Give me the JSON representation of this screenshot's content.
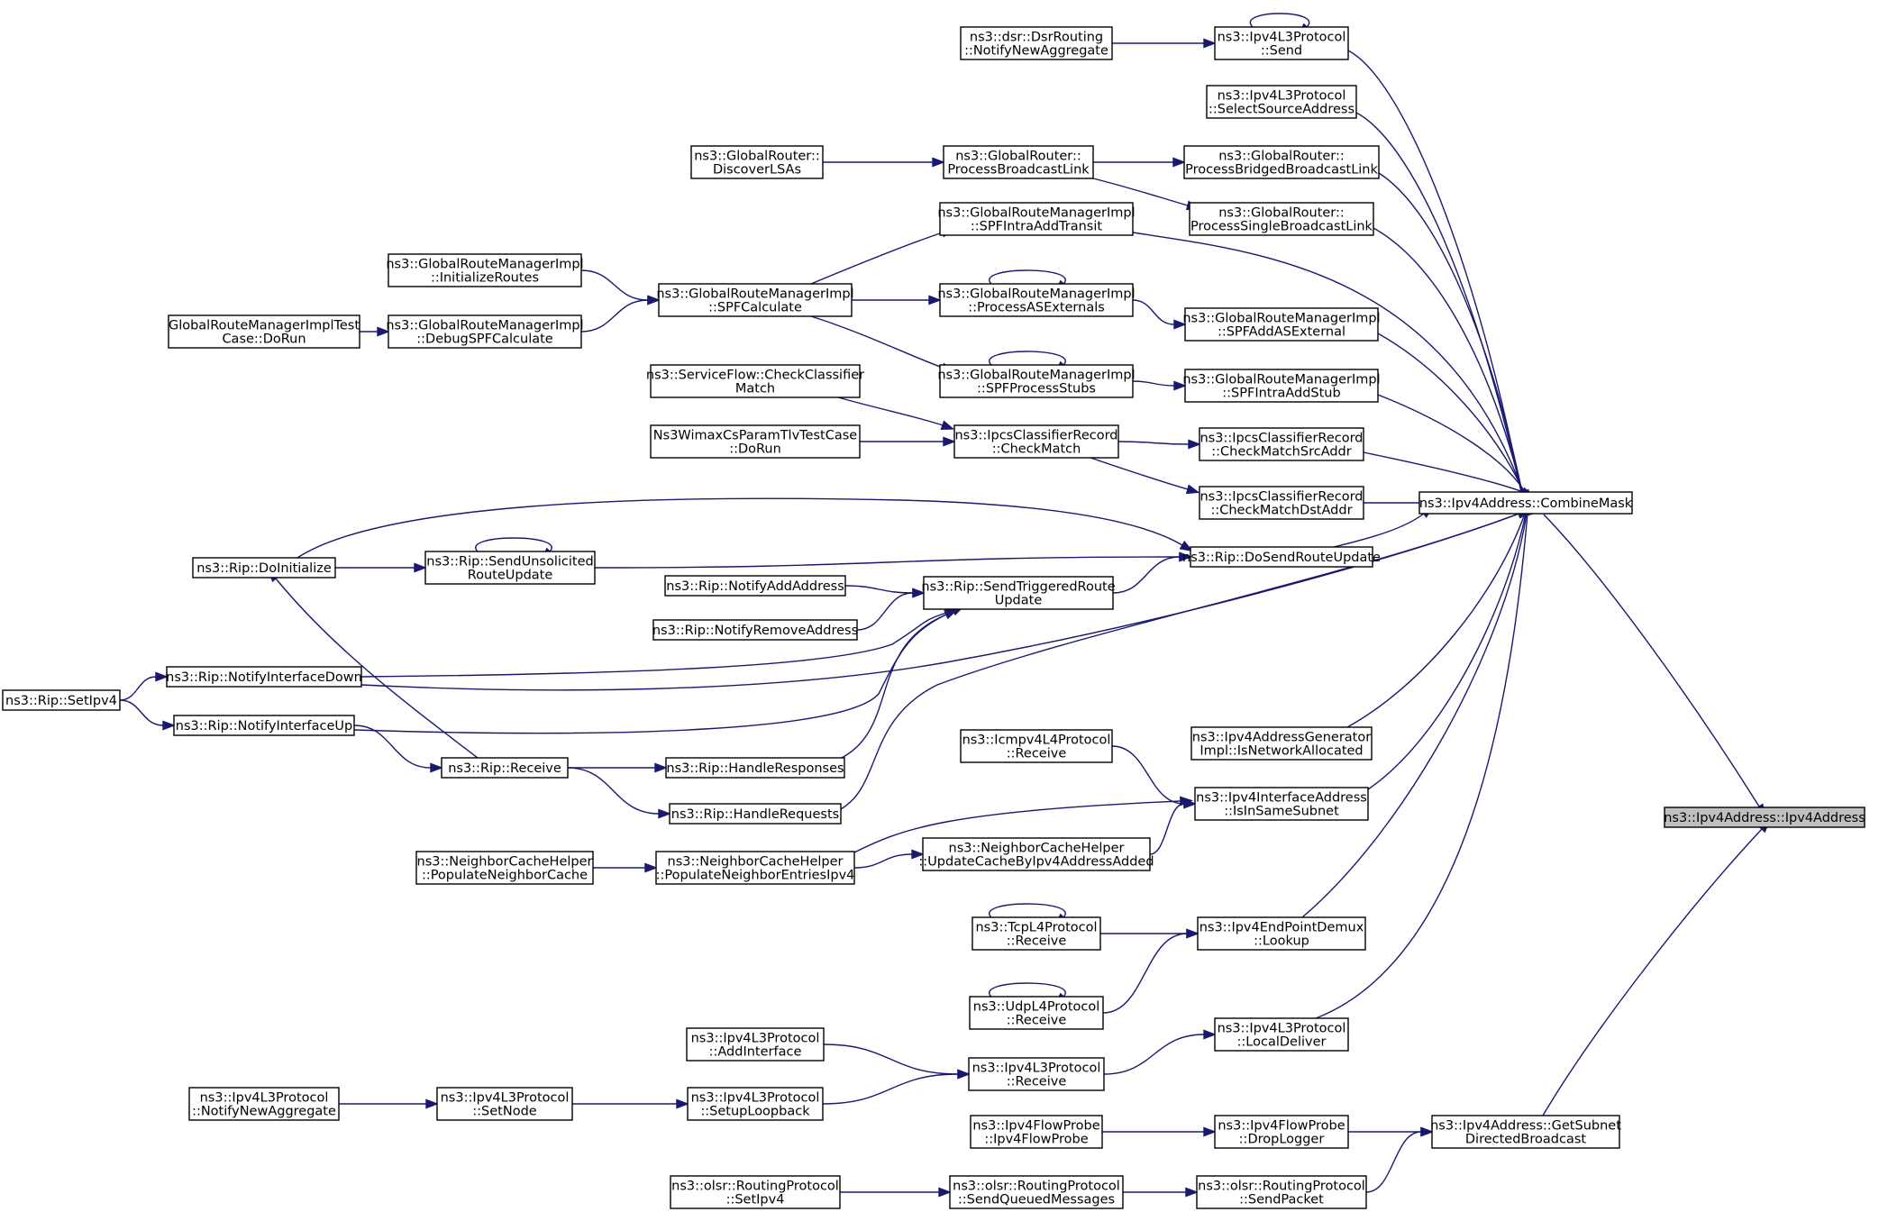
{
  "colors": {
    "edge": "#191970",
    "node_border": "#000000",
    "focus_fill": "#bfbfbf",
    "node_fill": "#ffffff"
  },
  "nodes": {
    "target": [
      "ns3::Ipv4Address::Ipv4Address"
    ],
    "combine_mask": [
      "ns3::Ipv4Address::CombineMask"
    ],
    "get_subnet_directed_broadcast": [
      "ns3::Ipv4Address::GetSubnet",
      "DirectedBroadcast"
    ],
    "ipv4l3_send": [
      "ns3::Ipv4L3Protocol",
      "::Send"
    ],
    "dsr_notify_new_aggregate": [
      "ns3::dsr::DsrRouting",
      "::NotifyNewAggregate"
    ],
    "select_source_address": [
      "ns3::Ipv4L3Protocol",
      "::SelectSourceAddress"
    ],
    "discover_lsas": [
      "ns3::GlobalRouter::",
      "DiscoverLSAs"
    ],
    "process_broadcast_link": [
      "ns3::GlobalRouter::",
      "ProcessBroadcastLink"
    ],
    "process_bridged_broadcast_link": [
      "ns3::GlobalRouter::",
      "ProcessBridgedBroadcastLink"
    ],
    "process_single_broadcast_link": [
      "ns3::GlobalRouter::",
      "ProcessSingleBroadcastLink"
    ],
    "spf_intra_add_transit": [
      "ns3::GlobalRouteManagerImpl",
      "::SPFIntraAddTransit"
    ],
    "initialize_routes": [
      "ns3::GlobalRouteManagerImpl",
      "::InitializeRoutes"
    ],
    "spf_calculate": [
      "ns3::GlobalRouteManagerImpl",
      "::SPFCalculate"
    ],
    "process_as_externals": [
      "ns3::GlobalRouteManagerImpl",
      "::ProcessASExternals"
    ],
    "spf_add_as_external": [
      "ns3::GlobalRouteManagerImpl",
      "::SPFAddASExternal"
    ],
    "grm_test_do_run": [
      "GlobalRouteManagerImplTest",
      "Case::DoRun"
    ],
    "debug_spf_calculate": [
      "ns3::GlobalRouteManagerImpl",
      "::DebugSPFCalculate"
    ],
    "spf_process_stubs": [
      "ns3::GlobalRouteManagerImpl",
      "::SPFProcessStubs"
    ],
    "spf_intra_add_stub": [
      "ns3::GlobalRouteManagerImpl",
      "::SPFIntraAddStub"
    ],
    "check_classifier_match": [
      "ns3::ServiceFlow::CheckClassifier",
      "Match"
    ],
    "wimax_test_do_run": [
      "Ns3WimaxCsParamTlvTestCase",
      "::DoRun"
    ],
    "check_match": [
      "ns3::IpcsClassifierRecord",
      "::CheckMatch"
    ],
    "check_match_src_addr": [
      "ns3::IpcsClassifierRecord",
      "::CheckMatchSrcAddr"
    ],
    "check_match_dst_addr": [
      "ns3::IpcsClassifierRecord",
      "::CheckMatchDstAddr"
    ],
    "rip_do_initialize": [
      "ns3::Rip::DoInitialize"
    ],
    "rip_send_unsolicited_route_update": [
      "ns3::Rip::SendUnsolicited",
      "RouteUpdate"
    ],
    "rip_do_send_route_update": [
      "ns3::Rip::DoSendRouteUpdate"
    ],
    "rip_notify_add_address": [
      "ns3::Rip::NotifyAddAddress"
    ],
    "rip_send_triggered_route_update": [
      "ns3::Rip::SendTriggeredRoute",
      "Update"
    ],
    "rip_notify_remove_address": [
      "ns3::Rip::NotifyRemoveAddress"
    ],
    "rip_set_ipv4": [
      "ns3::Rip::SetIpv4"
    ],
    "rip_notify_interface_down": [
      "ns3::Rip::NotifyInterfaceDown"
    ],
    "rip_notify_interface_up": [
      "ns3::Rip::NotifyInterfaceUp"
    ],
    "address_generator_is_network_allocated": [
      "ns3::Ipv4AddressGenerator",
      "Impl::IsNetworkAllocated"
    ],
    "icmpv4_receive": [
      "ns3::Icmpv4L4Protocol",
      "::Receive"
    ],
    "rip_receive": [
      "ns3::Rip::Receive"
    ],
    "rip_handle_responses": [
      "ns3::Rip::HandleResponses"
    ],
    "rip_handle_requests": [
      "ns3::Rip::HandleRequests"
    ],
    "is_in_same_subnet": [
      "ns3::Ipv4InterfaceAddress",
      "::IsInSameSubnet"
    ],
    "populate_neighbor_cache": [
      "ns3::NeighborCacheHelper",
      "::PopulateNeighborCache"
    ],
    "populate_neighbor_entries_ipv4": [
      "ns3::NeighborCacheHelper",
      "::PopulateNeighborEntriesIpv4"
    ],
    "update_cache_by_ipv4_address_added": [
      "ns3::NeighborCacheHelper",
      "::UpdateCacheByIpv4AddressAdded"
    ],
    "tcp_receive": [
      "ns3::TcpL4Protocol",
      "::Receive"
    ],
    "endpoint_demux_lookup": [
      "ns3::Ipv4EndPointDemux",
      "::Lookup"
    ],
    "udp_receive": [
      "ns3::UdpL4Protocol",
      "::Receive"
    ],
    "add_interface": [
      "ns3::Ipv4L3Protocol",
      "::AddInterface"
    ],
    "ipv4l3_receive": [
      "ns3::Ipv4L3Protocol",
      "::Receive"
    ],
    "local_deliver": [
      "ns3::Ipv4L3Protocol",
      "::LocalDeliver"
    ],
    "ipv4l3_notify_new_aggregate": [
      "ns3::Ipv4L3Protocol",
      "::NotifyNewAggregate"
    ],
    "ipv4l3_set_node": [
      "ns3::Ipv4L3Protocol",
      "::SetNode"
    ],
    "setup_loopback": [
      "ns3::Ipv4L3Protocol",
      "::SetupLoopback"
    ],
    "flow_probe_ctor": [
      "ns3::Ipv4FlowProbe",
      "::Ipv4FlowProbe"
    ],
    "flow_probe_drop_logger": [
      "ns3::Ipv4FlowProbe",
      "::DropLogger"
    ],
    "olsr_set_ipv4": [
      "ns3::olsr::RoutingProtocol",
      "::SetIpv4"
    ],
    "olsr_send_queued_messages": [
      "ns3::olsr::RoutingProtocol",
      "::SendQueuedMessages"
    ],
    "olsr_send_packet": [
      "ns3::olsr::RoutingProtocol",
      "::SendPacket"
    ]
  }
}
